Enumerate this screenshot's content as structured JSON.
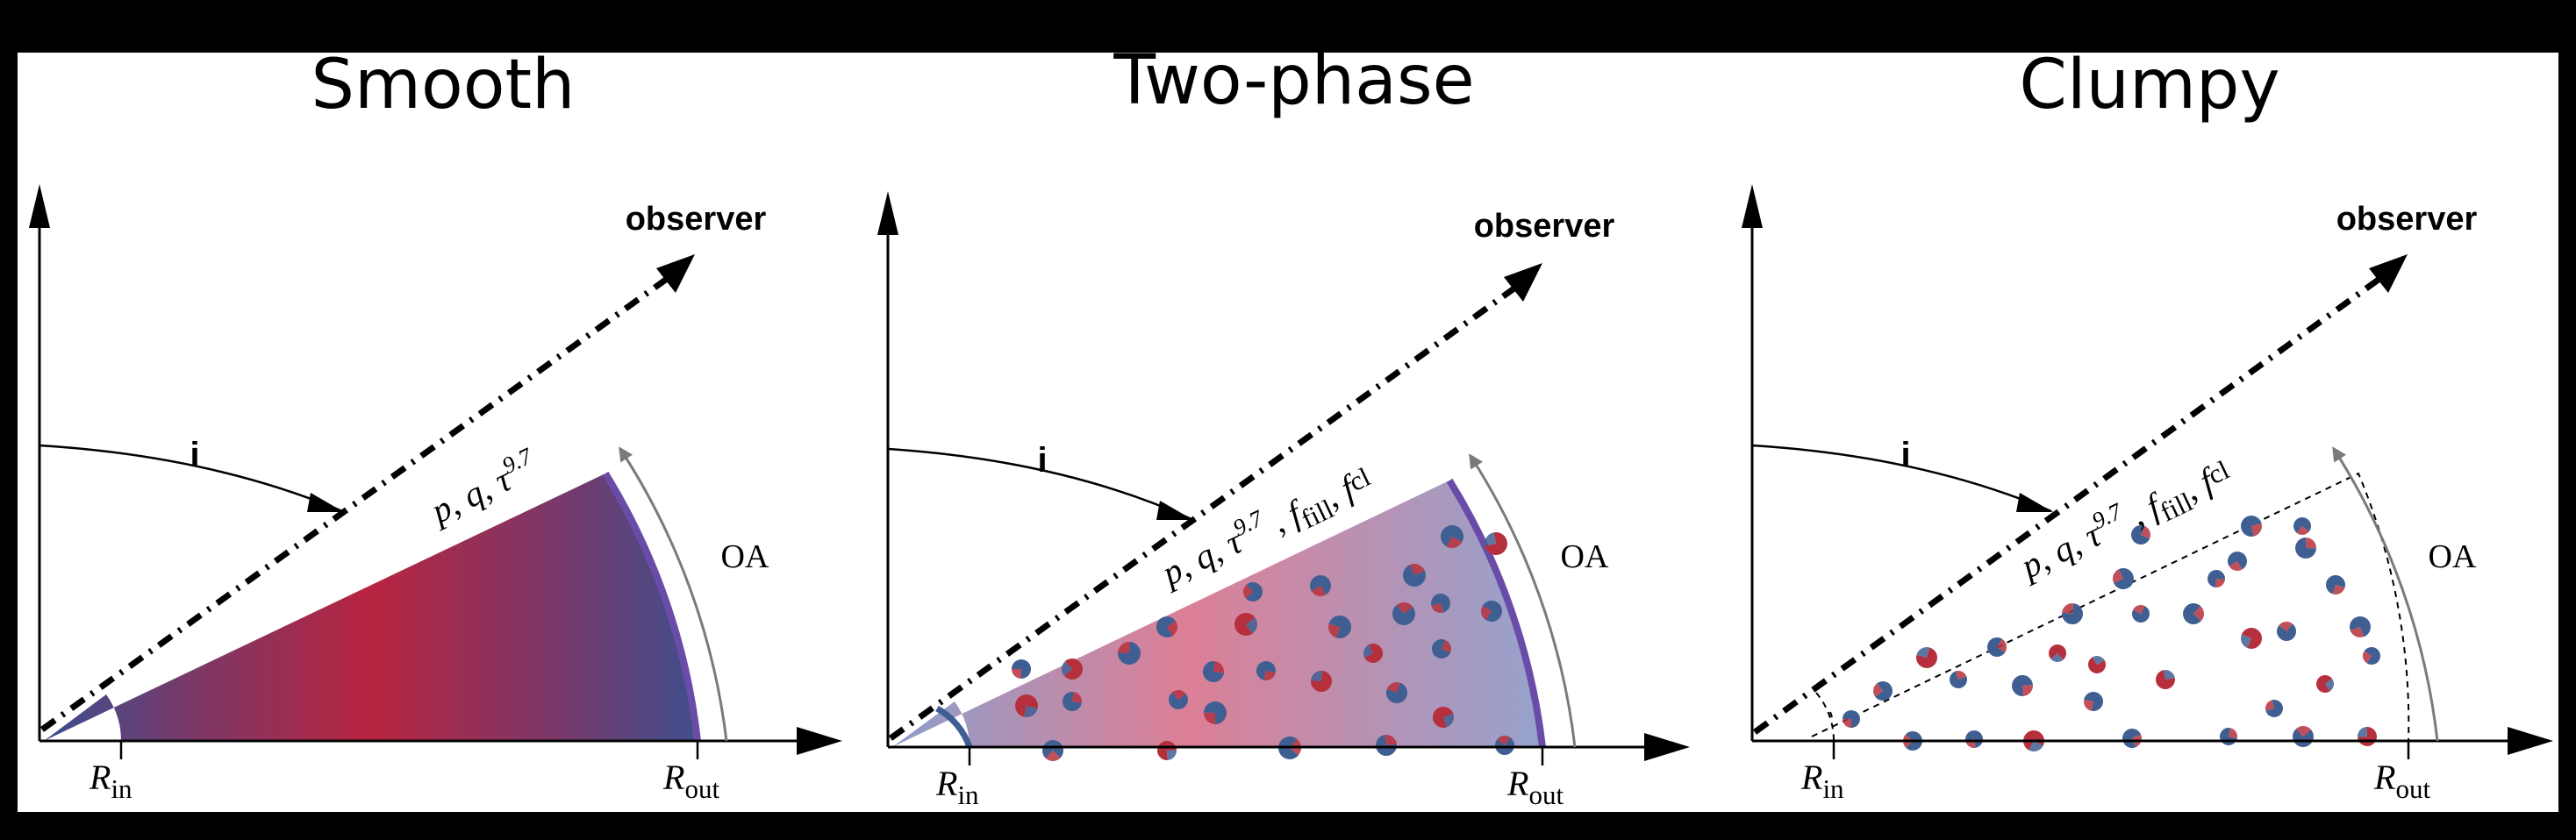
{
  "panels": [
    {
      "id": "smooth",
      "title": "Smooth",
      "observer_label": "observer",
      "inclination_label": "i",
      "opening_angle_label": "OA",
      "inner_radius_label": {
        "symbol": "R",
        "subscript": "in"
      },
      "outer_radius_label": {
        "symbol": "R",
        "subscript": "out"
      },
      "parameters": [
        {
          "symbol": "p"
        },
        {
          "symbol": "q"
        },
        {
          "symbol": "τ",
          "superscript": "9.7"
        }
      ]
    },
    {
      "id": "two-phase",
      "title": "Two-phase",
      "observer_label": "observer",
      "inclination_label": "i",
      "opening_angle_label": "OA",
      "inner_radius_label": {
        "symbol": "R",
        "subscript": "in"
      },
      "outer_radius_label": {
        "symbol": "R",
        "subscript": "out"
      },
      "parameters": [
        {
          "symbol": "p"
        },
        {
          "symbol": "q"
        },
        {
          "symbol": "τ",
          "superscript": "9.7"
        },
        {
          "symbol": "f",
          "subscript": "fill"
        },
        {
          "symbol": "f",
          "subscript": "cl"
        }
      ]
    },
    {
      "id": "clumpy",
      "title": "Clumpy",
      "observer_label": "observer",
      "inclination_label": "i",
      "opening_angle_label": "OA",
      "inner_radius_label": {
        "symbol": "R",
        "subscript": "in"
      },
      "outer_radius_label": {
        "symbol": "R",
        "subscript": "out"
      },
      "parameters": [
        {
          "symbol": "p"
        },
        {
          "symbol": "q"
        },
        {
          "symbol": "τ",
          "superscript": "9.7"
        },
        {
          "symbol": "f",
          "subscript": "fill"
        },
        {
          "symbol": "f",
          "subscript": "cl"
        }
      ]
    }
  ],
  "colors": {
    "background": "#000000",
    "panel": "#ffffff",
    "dust_edge_blue": "#3f4f8c",
    "dust_center_red": "#b8243f",
    "rim_purple": "#6a4ca8",
    "clump_blue": "#3f5f93",
    "clump_red": "#b5303c",
    "oa_arrow_gray": "#7a7a7a"
  },
  "icons": {
    "clump": "dust-clump-icon",
    "axis_arrow": "arrowhead-icon"
  }
}
